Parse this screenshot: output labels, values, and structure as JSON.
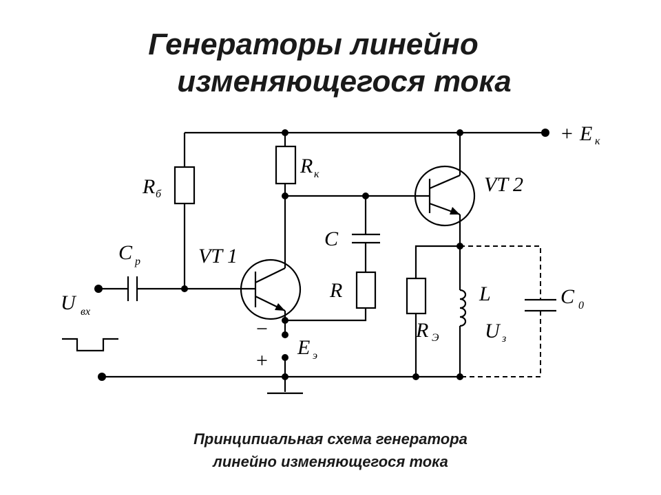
{
  "title": {
    "line1": "Генераторы линейно",
    "line2": "изменяющегося тока"
  },
  "caption": {
    "line1": "Принципиальная схема генератора",
    "line2": "линейно изменяющегося тока"
  },
  "diagram": {
    "labels": {
      "ek_sign": "+",
      "ek_main": "E",
      "ek_sub": "к",
      "rb_main": "R",
      "rb_sub": "б",
      "rk_main": "R",
      "rk_sub": "к",
      "vt2": "VT 2",
      "vt1": "VT 1",
      "cp_main": "C",
      "cp_sub": "р",
      "c": "C",
      "r": "R",
      "l": "L",
      "c0_main": "C",
      "c0_sub": "0",
      "uin_main": "U",
      "uin_sub": "вх",
      "minus_sign": "−",
      "plus_sign": "+",
      "ee_main": "E",
      "ee_sub": "э",
      "re_main": "R",
      "re_sub": "Э",
      "uz_main": "U",
      "uz_sub": "з"
    }
  }
}
